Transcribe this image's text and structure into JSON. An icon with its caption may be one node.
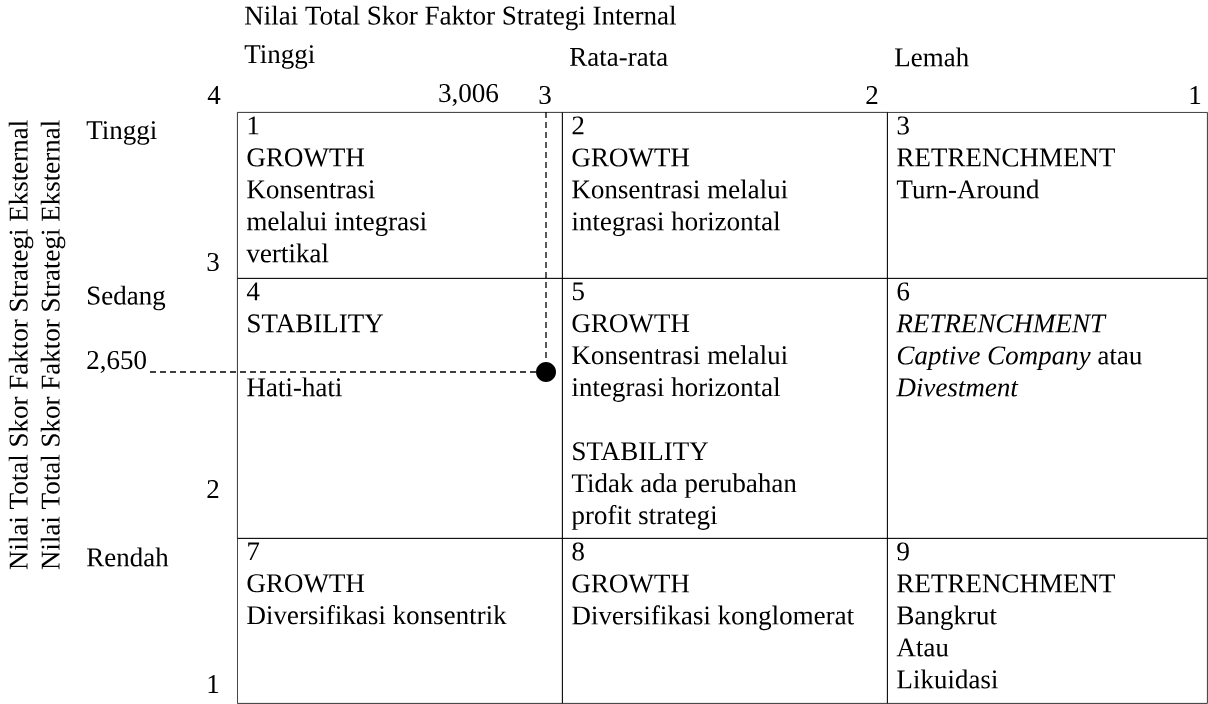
{
  "diagram": {
    "nodes": [
      {
        "text": [
          "1",
          "GROWTH",
          "Konsentrasi melalui integrasi vertikal"
        ]
      },
      {
        "text": [
          "2",
          "GROWTH",
          "Konsentrasi melalui integrasi horizontal"
        ]
      },
      {
        "text": [
          "3",
          "RETRENCHMENT",
          "Turn-Around"
        ]
      },
      {
        "text": [
          "4",
          "STABILITY",
          "Hati-hati"
        ]
      },
      {
        "text": [
          "5",
          "GROWTH",
          "Konsentrasi melalui integrasi horizontal",
          "STABILITY",
          "Tidak ada perubahan profit strategi"
        ]
      },
      {
        "text": [
          "6",
          "RETRENCHMENT",
          "*Captive Company* atau *Divestment*"
        ]
      },
      {
        "text": [
          "7",
          "GROWTH",
          "Diversifikasi konsentrik"
        ]
      },
      {
        "text": [
          "8",
          "GROWTH",
          "Diversifikasi konglomerat"
        ]
      },
      {
        "text": [
          "9",
          "RETRENCHMENT",
          "Bangkrut",
          "Atau",
          "Likuidasi"
        ]
      }
    ],
    "labels": [
      "Nilai Total Skor Faktor Strategi Internal",
      "Tinggi",
      "Rata-rata",
      "Lemah",
      "4",
      "3,006",
      "3",
      "2",
      "1",
      "Nilai Total Skor Faktor Strategi Eksternal",
      "Nilai Total Skor Faktor Strategi Eksternal",
      "Tinggi",
      "3",
      "Sedang",
      "2,650",
      "2",
      "Rendah",
      "1"
    ]
  }
}
